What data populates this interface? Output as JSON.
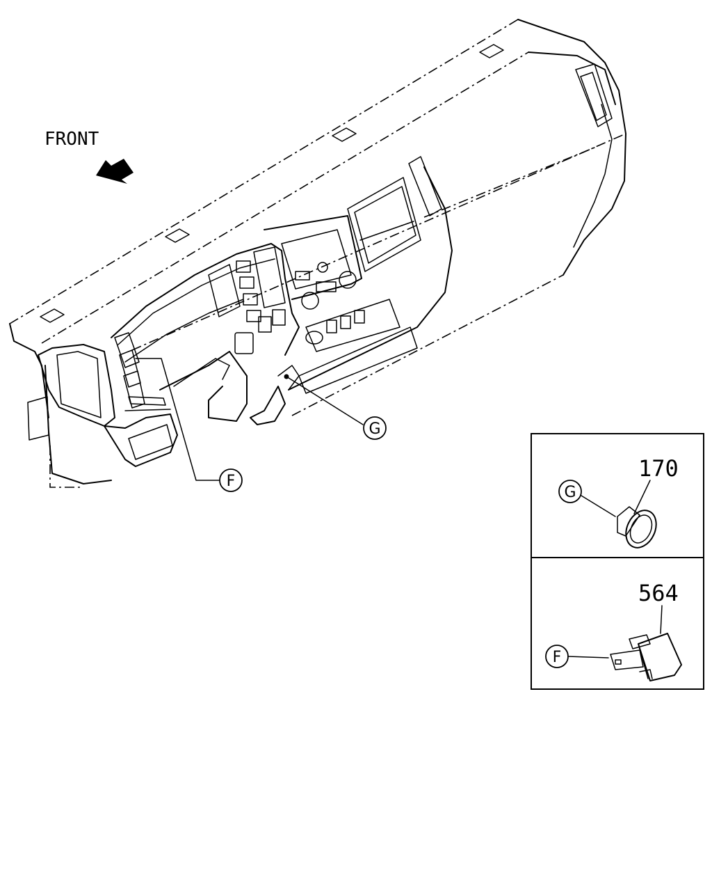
{
  "front_label": "FRONT",
  "callouts": {
    "f": "F",
    "g": "G"
  },
  "details": [
    {
      "callout": "G",
      "part_number": "170"
    },
    {
      "callout": "F",
      "part_number": "564"
    }
  ]
}
